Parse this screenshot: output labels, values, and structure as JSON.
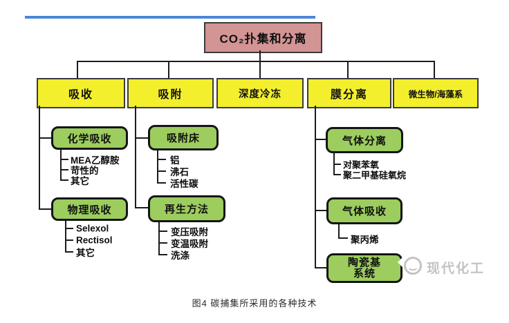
{
  "diagram": {
    "root": {
      "label": "CO₂扑集和分离"
    },
    "branches": [
      {
        "label": "吸收",
        "children": [
          {
            "label": "化学吸收",
            "items": [
              "MEA乙醇胺",
              "苛性的",
              "其它"
            ]
          },
          {
            "label": "物理吸收",
            "items": [
              "Selexol",
              "Rectisol",
              "其它"
            ]
          }
        ]
      },
      {
        "label": "吸附",
        "children": [
          {
            "label": "吸附床",
            "items": [
              "铝",
              "沸石",
              "活性碳"
            ]
          },
          {
            "label": "再生方法",
            "items": [
              "变压吸附",
              "变温吸附",
              "洗涤"
            ]
          }
        ]
      },
      {
        "label": "深度冷冻",
        "children": []
      },
      {
        "label": "膜分离",
        "children": [
          {
            "label": "气体分离",
            "items": [
              "对聚苯氧",
              "聚二甲基硅氧烷"
            ]
          },
          {
            "label": "气体吸收",
            "items": [
              "聚丙烯"
            ]
          },
          {
            "label": "陶瓷基系统",
            "line1": "陶瓷基",
            "line2": "系统",
            "items": []
          }
        ]
      },
      {
        "label": "微生物/海藻系",
        "children": []
      }
    ]
  },
  "watermark": {
    "text": "现代化工"
  },
  "caption": {
    "text": "图4  碳捕集所采用的各种技术"
  },
  "colors": {
    "top_rule": "#4a86d8",
    "root_fill": "#d39494",
    "level2_fill": "#f3ef2d",
    "child_fill": "#9ccd5e",
    "connector": "#1b1b1b",
    "watermark": "#c3c3c3"
  }
}
